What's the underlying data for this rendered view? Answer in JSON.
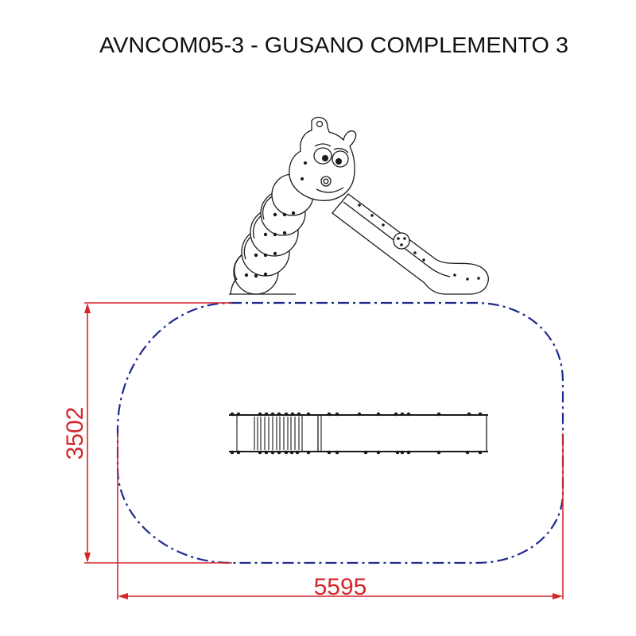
{
  "title": "AVNCOM05-3 - GUSANO COMPLEMENTO 3",
  "dimensions": {
    "height": "3502",
    "width": "5595"
  },
  "colors": {
    "dimension": "#d3272b",
    "safety_zone": "#1f2a8f",
    "line": "#1a1a1a",
    "background": "#ffffff"
  }
}
